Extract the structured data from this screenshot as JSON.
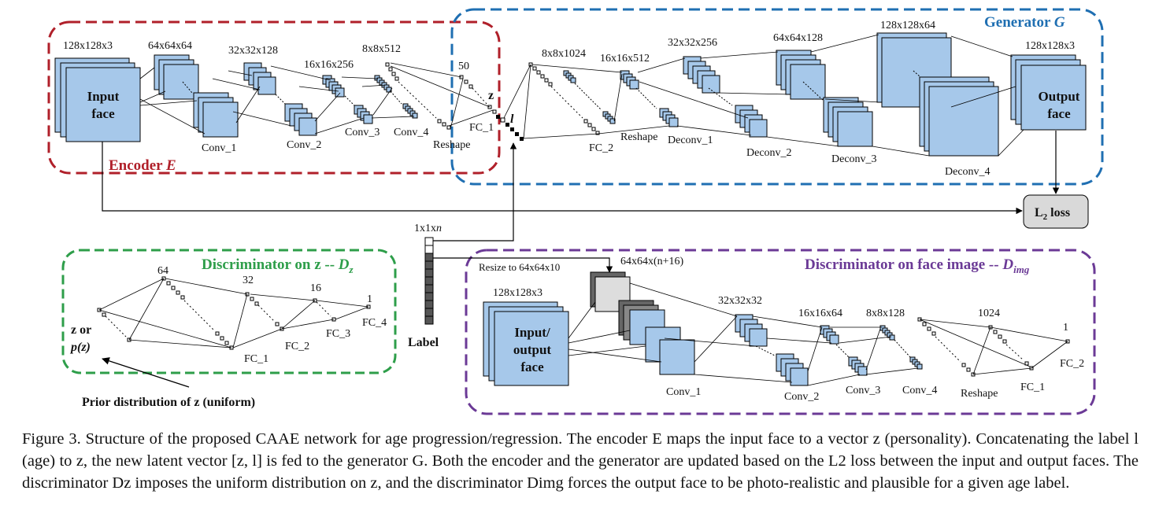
{
  "encoder": {
    "title": "Encoder",
    "symbol": "E",
    "input_size": "128x128x3",
    "input_label_line1": "Input",
    "input_label_line2": "face",
    "sizes": [
      "64x64x64",
      "32x32x128",
      "16x16x256",
      "8x8x512",
      "50"
    ],
    "layers": [
      "Conv_1",
      "Conv_2",
      "Conv_3",
      "Conv_4",
      "Reshape",
      "FC_1"
    ],
    "z_label": "z",
    "l_label": "l"
  },
  "generator": {
    "title": "Generator",
    "symbol": "G",
    "sizes": [
      "8x8x1024",
      "16x16x512",
      "32x32x256",
      "64x64x128",
      "128x128x64",
      "128x128x3"
    ],
    "layers": [
      "FC_2",
      "Reshape",
      "Deconv_1",
      "Deconv_2",
      "Deconv_3",
      "Deconv_4"
    ],
    "output_label_line1": "Output",
    "output_label_line2": "face"
  },
  "loss": {
    "label": "L",
    "subscript": "2",
    "suffix": " loss"
  },
  "label_vector": {
    "size": "1x1x",
    "size_var": "n",
    "label": "Label"
  },
  "disc_z": {
    "title": "Discriminator on z -- ",
    "symbol": "D",
    "subscript": "z",
    "sizes": [
      "64",
      "32",
      "16",
      "1"
    ],
    "layers": [
      "FC_1",
      "FC_2",
      "FC_3",
      "FC_4"
    ],
    "input_line1": "z or",
    "input_line2": "p(z)",
    "prior_note": "Prior distribution of z (uniform)"
  },
  "disc_img": {
    "title": "Discriminator on face image -- ",
    "symbol": "D",
    "subscript": "img",
    "resize_note": "Resize to 64x64x10",
    "concat_size": "64x64x(n+16)",
    "input_size": "128x128x3",
    "input_line1": "Input/",
    "input_line2": "output",
    "input_line3": "face",
    "sizes": [
      "32x32x32",
      "16x16x64",
      "8x8x128",
      "1024",
      "1"
    ],
    "layers": [
      "Conv_1",
      "Conv_2",
      "Conv_3",
      "Conv_4",
      "Reshape",
      "FC_1",
      "FC_2"
    ]
  },
  "caption": {
    "text": "Figure 3. Structure of the proposed CAAE network for age progression/regression. The encoder E maps the input face to a vector z (personality). Concatenating the label l (age) to z, the new latent vector [z, l] is fed to the generator G. Both the encoder and the generator are updated based on the L2 loss between the input and output faces. The discriminator Dz imposes the uniform distribution on z, and the discriminator Dimg forces the output face to be photo-realistic and plausible for a given age label."
  },
  "colors": {
    "block_fill": "#a6c8ea",
    "encoder_border": "#b0202a",
    "generator_border": "#1f6fb2",
    "disc_z_border": "#2e9e4a",
    "disc_img_border": "#6b3a96",
    "loss_fill": "#d9d9d9"
  }
}
